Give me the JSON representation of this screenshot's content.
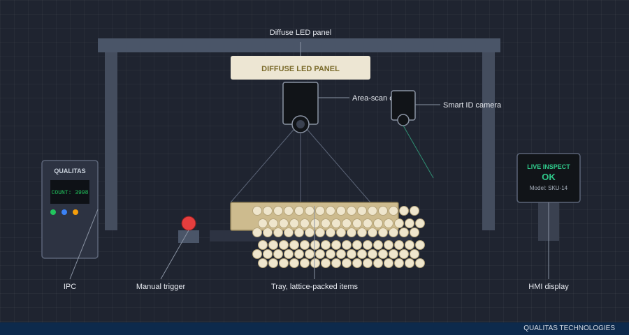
{
  "labels": {
    "led_panel_caption": "Diffuse LED panel",
    "led_panel_text": "DIFFUSE LED PANEL",
    "area_camera": "Area-scan camera",
    "smart_camera": "Smart ID camera",
    "ipc": "IPC",
    "manual_trigger": "Manual trigger",
    "tray": "Tray, lattice-packed items",
    "hmi": "HMI display"
  },
  "ipc": {
    "title": "QUALITAS",
    "count": "COUNT: 3998",
    "leds": [
      "#22c55e",
      "#3b82f6",
      "#f59e0b"
    ]
  },
  "hmi": {
    "title": "LIVE INSPECT",
    "status": "OK",
    "model": "Model: SKU-14",
    "status_color": "#2fc98a"
  },
  "footer": {
    "brand": "QUALITAS TECHNOLOGIES"
  },
  "colors": {
    "frame": "#4a5568",
    "led_panel": "#ede6d3",
    "tray": "#cdbb8e",
    "item": "#efe6cd",
    "trigger": "#e53e3e"
  }
}
